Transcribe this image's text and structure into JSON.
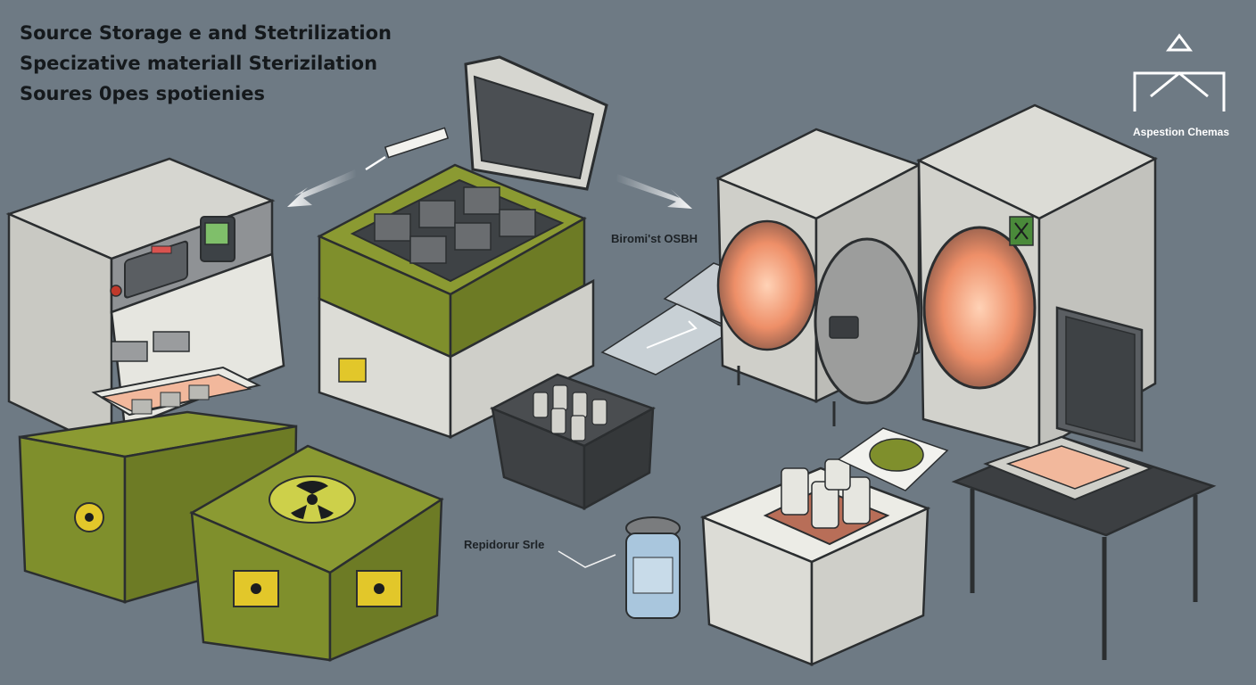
{
  "title_lines": [
    "Source Storage e and Stetrilization",
    "Specizative materiall Sterizilation",
    "Soures 0pes spotienies"
  ],
  "labels": {
    "transfer": "Biromi'st OSBH",
    "repository": "Repidorur Srle"
  },
  "logo": {
    "text": "Aspestion Chemas"
  },
  "colors": {
    "background": "#6e7a84",
    "olive": "#7f8f2c",
    "appliance": "#dcdcd6",
    "warning_yellow": "#e2c72a",
    "glow": "#f19a72"
  }
}
